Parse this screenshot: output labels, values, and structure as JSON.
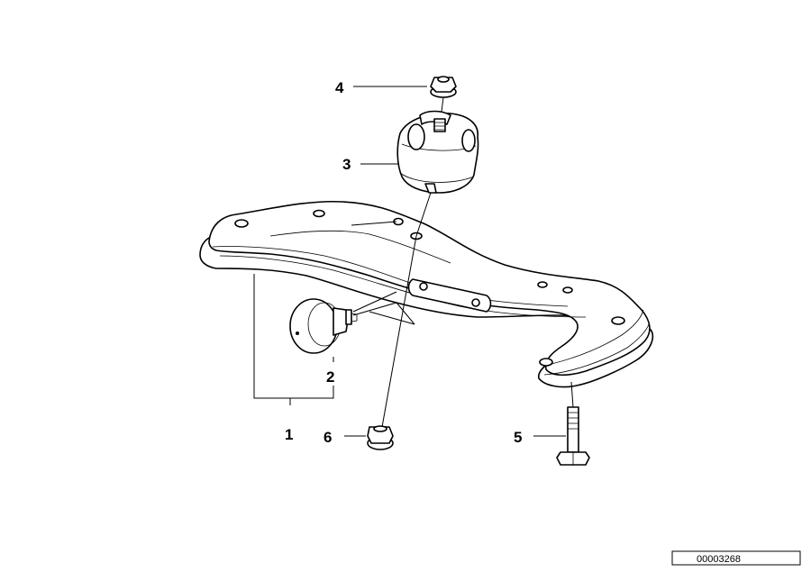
{
  "diagram": {
    "callouts": [
      {
        "id": "1",
        "text": "1"
      },
      {
        "id": "2",
        "text": "2"
      },
      {
        "id": "3",
        "text": "3"
      },
      {
        "id": "4",
        "text": "4"
      },
      {
        "id": "5",
        "text": "5"
      },
      {
        "id": "6",
        "text": "6"
      }
    ],
    "reference_number": "00003268"
  }
}
